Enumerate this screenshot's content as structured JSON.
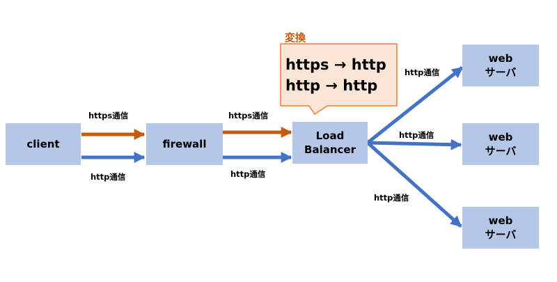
{
  "colors": {
    "node_fill": "#b4c7e7",
    "https_arrow": "#c55a11",
    "http_arrow": "#4472c4",
    "callout_fill": "#fbe5d6",
    "callout_border": "#ed7d31",
    "callout_title": "#c55a11"
  },
  "nodes": {
    "client": "client",
    "firewall": "firewall",
    "load_balancer": [
      "Load",
      "Balancer"
    ],
    "web1": [
      "web",
      "サーバ"
    ],
    "web2": [
      "web",
      "サーバ"
    ],
    "web3": [
      "web",
      "サーバ"
    ]
  },
  "callout": {
    "title": "変換",
    "line1": "https → http",
    "line2": "http → http"
  },
  "edge_labels": {
    "client_fw_https": "https通信",
    "client_fw_http": "http通信",
    "fw_lb_https": "https通信",
    "fw_lb_http": "http通信",
    "lb_web1": "http通信",
    "lb_web2": "http通信",
    "lb_web3": "http通信"
  }
}
